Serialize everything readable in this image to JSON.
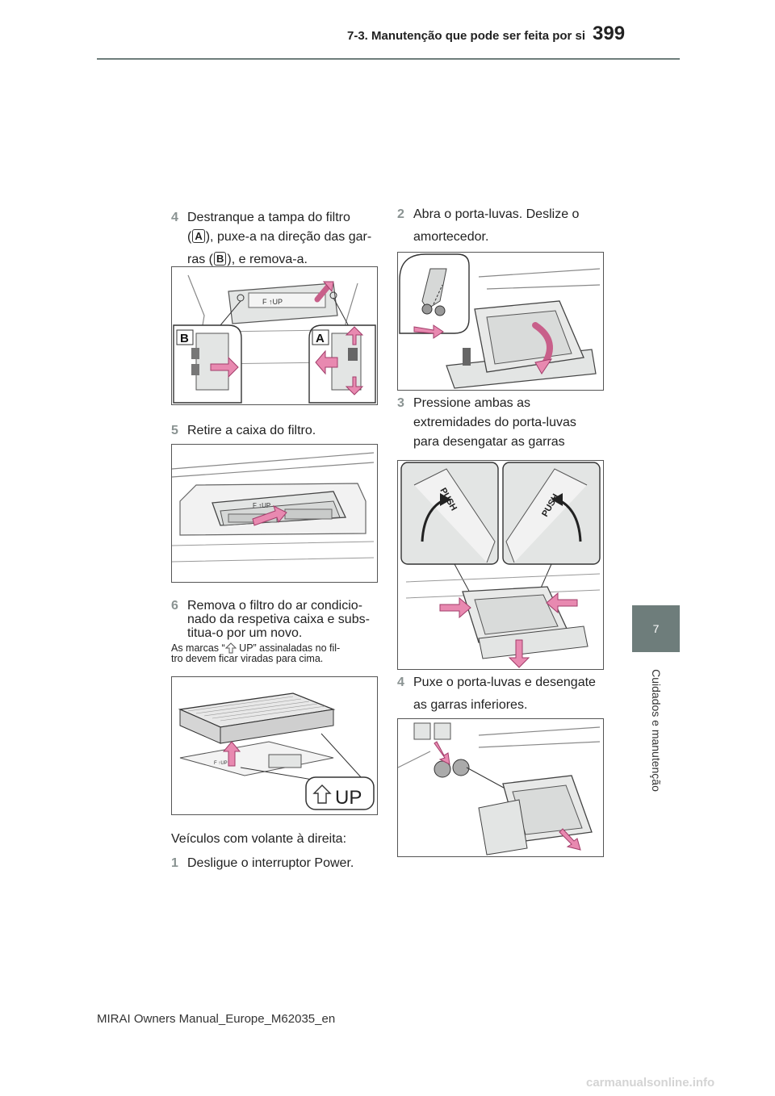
{
  "header": {
    "section": "7-3. Manutenção que pode ser feita por si",
    "page_number": "399"
  },
  "side_tab": {
    "chapter": "7",
    "title": "Cuidados e manutenção"
  },
  "left_column": {
    "step4": {
      "num": "4",
      "text_a": "Destranque a tampa do filtro",
      "text_b": "), puxe-a na direção das gar-",
      "text_c": "ras (",
      "text_d": "), e remova-a.",
      "badge_a": "A",
      "badge_b": "B"
    },
    "fig1": {
      "label_b": "B",
      "label_a": "A",
      "filter_mark": "F ↑UP"
    },
    "step5": {
      "num": "5",
      "text": "Retire a caixa do filtro."
    },
    "fig2": {
      "filter_mark": "F ↑UP"
    },
    "step6": {
      "num": "6",
      "line1": "Remova o filtro do ar condicio-",
      "line2": "nado da respetiva caixa e subs-",
      "line3": "titua-o por um novo."
    },
    "note": {
      "line1a": "As marcas “",
      "line1b": " UP” assinaladas no fil-",
      "line2": "tro devem ficar viradas para cima."
    },
    "fig3": {
      "up_label": "UP",
      "small_mark": "F ↑UP"
    },
    "rhd_heading": "Veículos com volante à direita:",
    "step1": {
      "num": "1",
      "text": "Desligue o interruptor Power."
    }
  },
  "right_column": {
    "step2": {
      "num": "2",
      "line1": "Abra o porta-luvas. Deslize o",
      "line2": "amortecedor."
    },
    "step3": {
      "num": "3",
      "line1": "Pressione ambas as",
      "line2": "extremidades do porta-luvas",
      "line3": "para desengatar as garras"
    },
    "fig5": {
      "push_left": "PUSH",
      "push_right": "PUSH"
    },
    "step4": {
      "num": "4",
      "line1": "Puxe o porta-luvas e desengate",
      "line2": "as garras inferiores."
    }
  },
  "footer": {
    "text": "MIRAI Owners Manual_Europe_M62035_en"
  },
  "watermark": {
    "text": "carmanualsonline.info"
  },
  "colors": {
    "accent_gray": "#6e7d7b",
    "arrow_pink": "#e889b0",
    "panel_gray": "#e3e5e4"
  }
}
